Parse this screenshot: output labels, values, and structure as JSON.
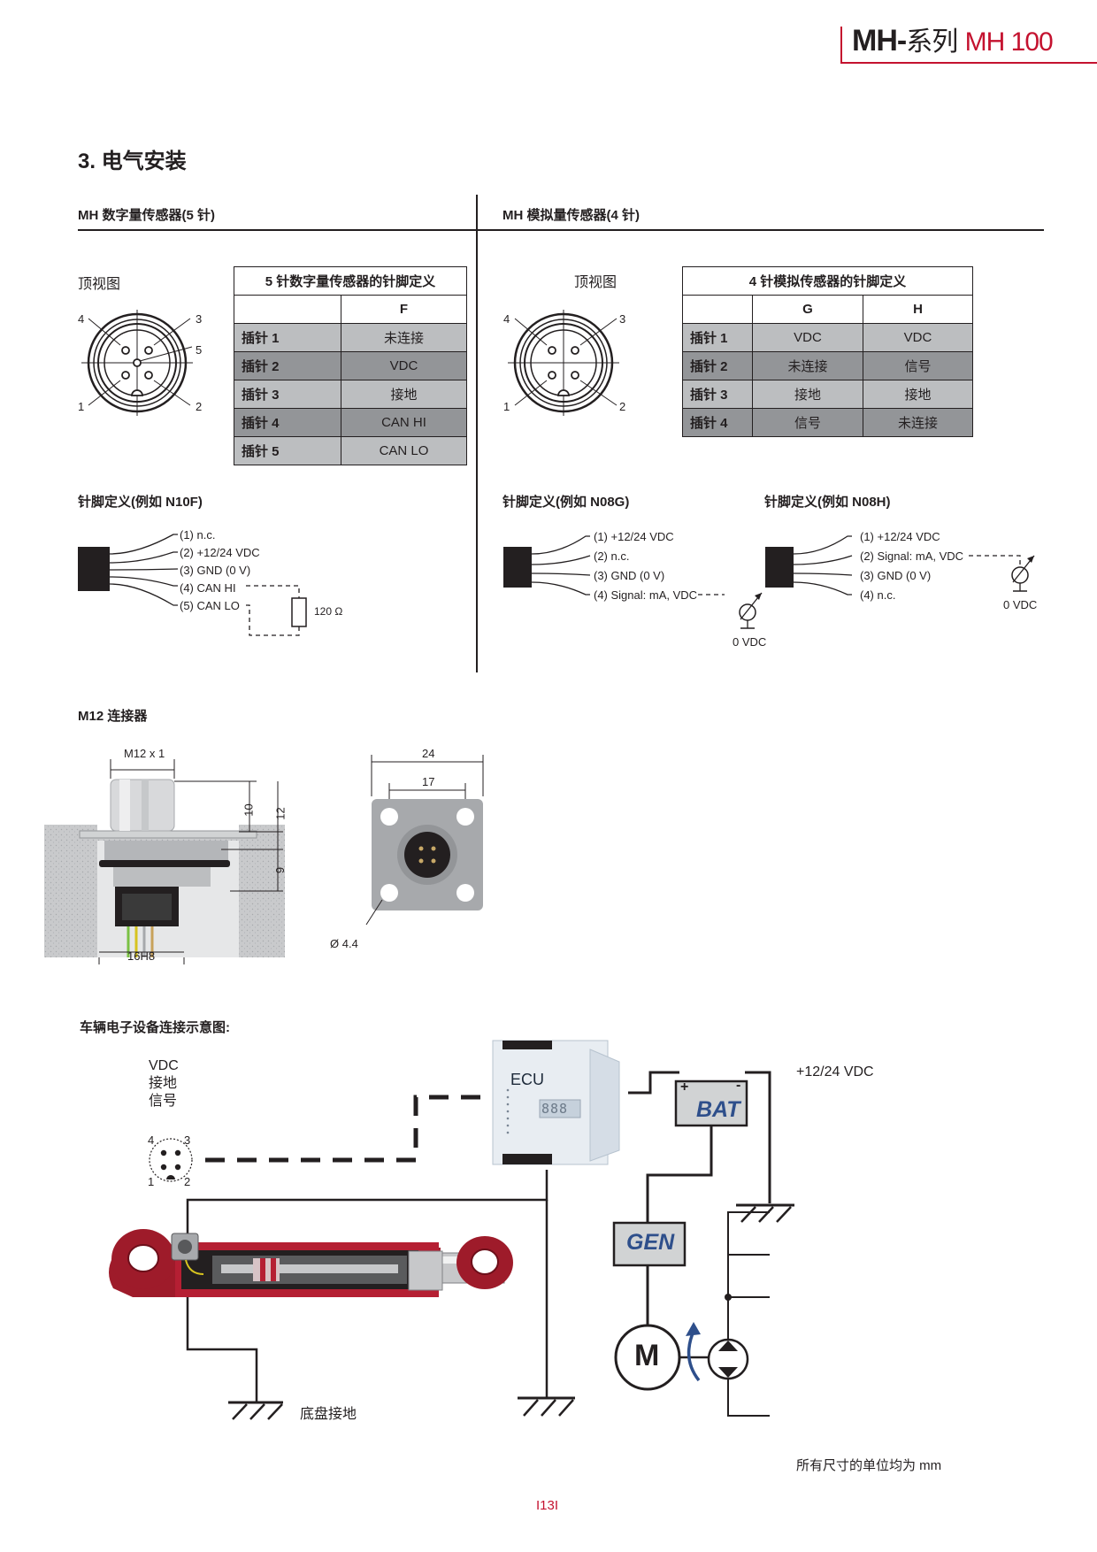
{
  "header": {
    "series_prefix": "MH-",
    "series_word": "系列",
    "model": "MH 100"
  },
  "section": {
    "title": "3. 电气安装"
  },
  "digital": {
    "title": "MH 数字量传感器(5 针)",
    "top_view_label": "顶视图",
    "pin_numbers": [
      "4",
      "3",
      "5",
      "1",
      "2"
    ],
    "table": {
      "caption": "5 针数字量传感器的针脚定义",
      "columns": [
        "F"
      ],
      "rows": [
        {
          "pin": "插针 1",
          "values": [
            "未连接"
          ]
        },
        {
          "pin": "插针 2",
          "values": [
            "VDC"
          ]
        },
        {
          "pin": "插针 3",
          "values": [
            "接地"
          ]
        },
        {
          "pin": "插针 4",
          "values": [
            "CAN HI"
          ]
        },
        {
          "pin": "插针 5",
          "values": [
            "CAN LO"
          ]
        }
      ]
    },
    "pinout_title": "针脚定义(例如 N10F)",
    "wires": [
      "(1) n.c.",
      "(2) +12/24 VDC",
      "(3) GND (0 V)",
      "(4) CAN HI",
      "(5) CAN LO"
    ],
    "resistor_label": "120 Ω"
  },
  "analog": {
    "title": "MH 模拟量传感器(4 针)",
    "top_view_label": "顶视图",
    "pin_numbers": [
      "4",
      "3",
      "1",
      "2"
    ],
    "table": {
      "caption": "4 针模拟传感器的针脚定义",
      "columns": [
        "G",
        "H"
      ],
      "rows": [
        {
          "pin": "插针 1",
          "values": [
            "VDC",
            "VDC"
          ]
        },
        {
          "pin": "插针 2",
          "values": [
            "未连接",
            "信号"
          ]
        },
        {
          "pin": "插针 3",
          "values": [
            "接地",
            "接地"
          ]
        },
        {
          "pin": "插针 4",
          "values": [
            "信号",
            "未连接"
          ]
        }
      ]
    },
    "pinout_g_title": "针脚定义(例如 N08G)",
    "wires_g": [
      "(1) +12/24 VDC",
      "(2) n.c.",
      "(3) GND (0 V)",
      "(4) Signal: mA, VDC"
    ],
    "pinout_h_title": "针脚定义(例如 N08H)",
    "wires_h": [
      "(1) +12/24 VDC",
      "(2) Signal: mA, VDC",
      "(3) GND (0 V)",
      "(4) n.c."
    ],
    "zero_vdc": "0 VDC"
  },
  "connector": {
    "title": "M12 连接器",
    "dims": {
      "thread": "M12 x 1",
      "d10": "10",
      "d12": "12",
      "d9": "9",
      "bore": "16H8",
      "w24": "24",
      "w17": "17",
      "hole": "Ø 4.4"
    }
  },
  "vehicle": {
    "title": "车辆电子设备连接示意图:",
    "legend": [
      "VDC",
      "接地",
      "信号"
    ],
    "pin_numbers": [
      "4",
      "3",
      "1",
      "2"
    ],
    "ecu": "ECU",
    "ecu_display": "888",
    "bat": "BAT",
    "bat_plus": "+",
    "bat_minus": "-",
    "supply": "+12/24 VDC",
    "gen": "GEN",
    "motor": "M",
    "chassis": "底盘接地"
  },
  "footer": {
    "note": "所有尺寸的单位均为 mm",
    "page": "I13I"
  },
  "colors": {
    "brand_red": "#c4122f",
    "table_light": "#bcbec0",
    "table_dark": "#939598",
    "cylinder_red": "#9e1b2a"
  }
}
